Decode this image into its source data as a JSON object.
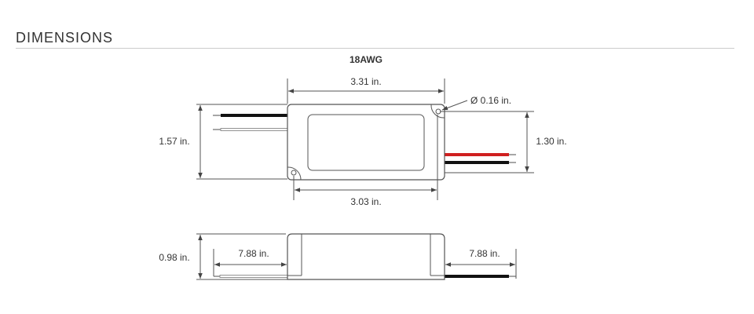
{
  "section_title": "DIMENSIONS",
  "wire_gauge": "18AWG",
  "top_view": {
    "overall_length": "3.31 in.",
    "mounting_hole_spacing": "3.03 in.",
    "overall_width": "1.57 in.",
    "hole_vertical_spacing": "1.30 in.",
    "hole_diameter": "Ø 0.16 in."
  },
  "side_view": {
    "height": "0.98 in.",
    "left_wire_length": "7.88 in.",
    "right_wire_length": "7.88 in."
  },
  "colors": {
    "red_wire": "#d01f1f",
    "black_wire": "#111111",
    "white_wire": "#ffffff"
  }
}
